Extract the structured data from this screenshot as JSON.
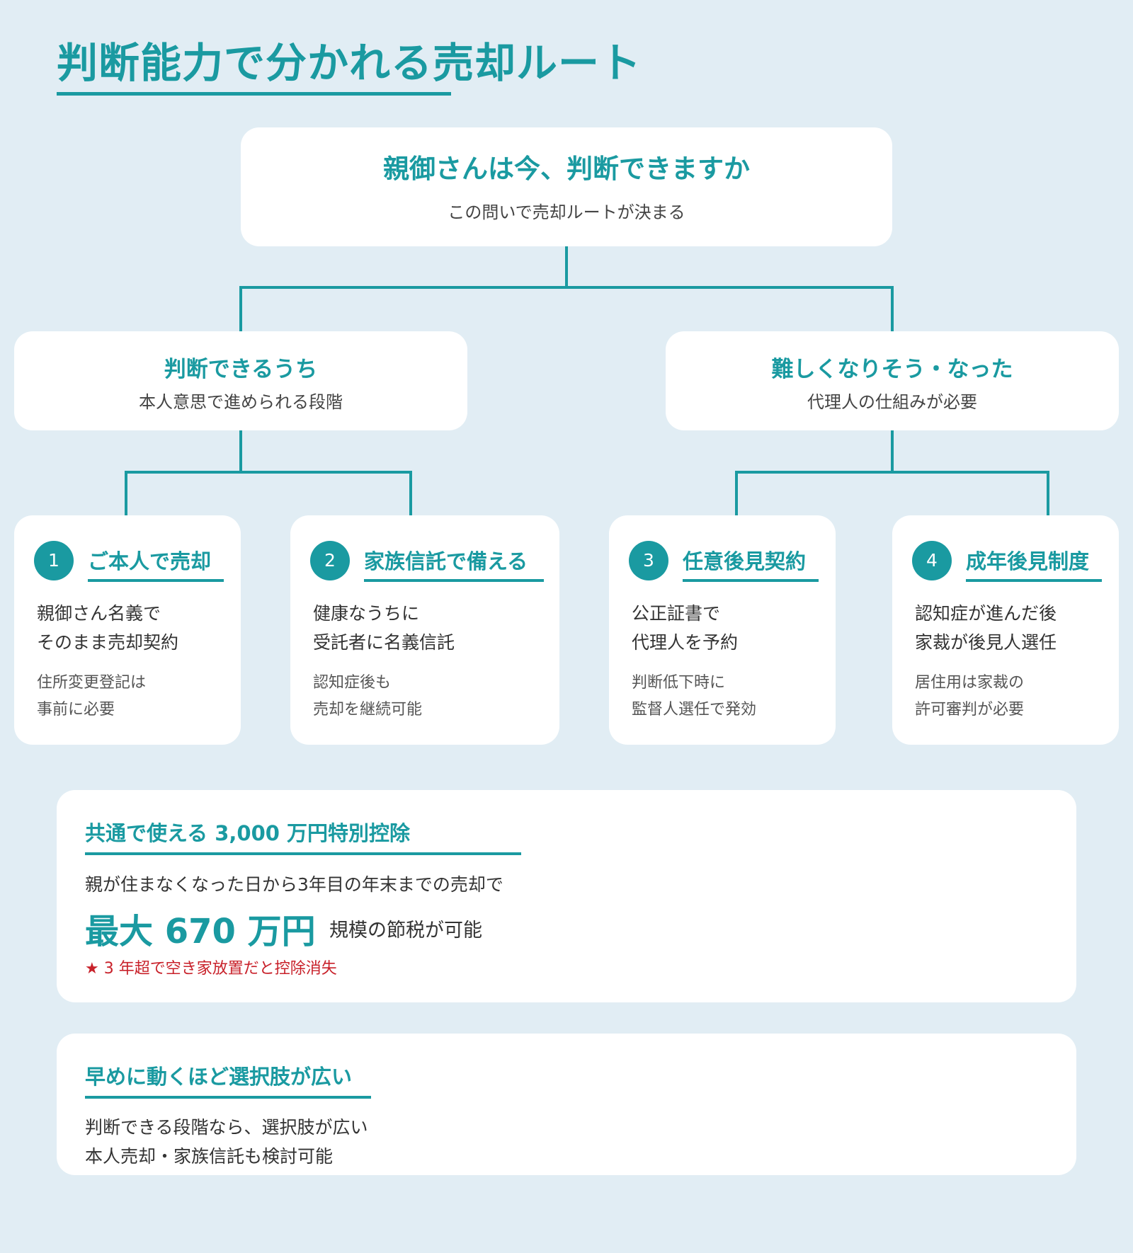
{
  "title": "判断能力で分かれる売却ルート",
  "root": {
    "title": "親御さんは今、判断できますか",
    "subtitle": "この問いで売却ルートが決まる"
  },
  "branches": [
    {
      "title": "判断できるうち",
      "subtitle": "本人意思で進められる段階"
    },
    {
      "title": "難しくなりそう・なった",
      "subtitle": "代理人の仕組みが必要"
    }
  ],
  "routes": [
    {
      "number": "1",
      "title": "ご本人で売却",
      "lines": [
        "親御さん名義で",
        "そのまま売却契約"
      ],
      "notes": [
        "住所変更登記は",
        "事前に必要"
      ]
    },
    {
      "number": "2",
      "title": "家族信託で備える",
      "lines": [
        "健康なうちに",
        "受託者に名義信託"
      ],
      "notes": [
        "認知症後も",
        "売却を継続可能"
      ]
    },
    {
      "number": "3",
      "title": "任意後見契約",
      "lines": [
        "公正証書で",
        "代理人を予約"
      ],
      "notes": [
        "判断低下時に",
        "監督人選任で発効"
      ]
    },
    {
      "number": "4",
      "title": "成年後見制度",
      "lines": [
        "認知症が進んだ後",
        "家裁が後見人選任"
      ],
      "notes": [
        "居住用は家裁の",
        "許可審判が必要"
      ]
    }
  ],
  "deduction": {
    "title": "共通で使える 3,000 万円特別控除",
    "text": "親が住まなくなった日から3年目の年末までの売却で",
    "amount": "最大 670 万円",
    "scale": "規模の節税が可能",
    "warning": "★ 3 年超で空き家放置だと控除消失"
  },
  "early": {
    "title": "早めに動くほど選択肢が広い",
    "lines": [
      "判断できる段階なら、選択肢が広い",
      "本人売却・家族信託も検討可能"
    ]
  },
  "colors": {
    "accent": "#1a9aa1",
    "background": "#e1edf4",
    "warning": "#c8212a"
  }
}
